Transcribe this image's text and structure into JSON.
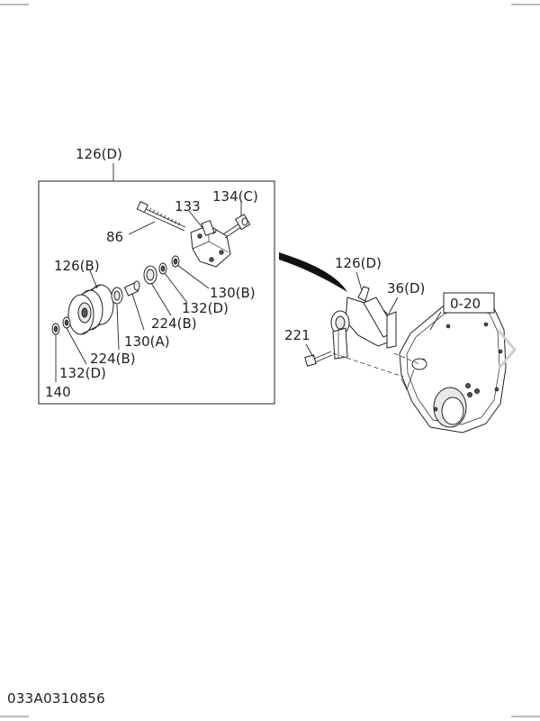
{
  "document_id": "033A0310856",
  "labels": {
    "assy_top": "126(D)",
    "p133": "133",
    "p134c": "134(C)",
    "p86": "86",
    "p126b": "126(B)",
    "p130b": "130(B)",
    "p132d_a": "132(D)",
    "p224b_a": "224(B)",
    "p130a": "130(A)",
    "p224b_b": "224(B)",
    "p132d_b": "132(D)",
    "p140": "140",
    "p126d_right": "126(D)",
    "p36d": "36(D)",
    "p221": "221",
    "ref_box": "0-20"
  },
  "nav": {
    "next_icon": "chevron-right-icon"
  }
}
